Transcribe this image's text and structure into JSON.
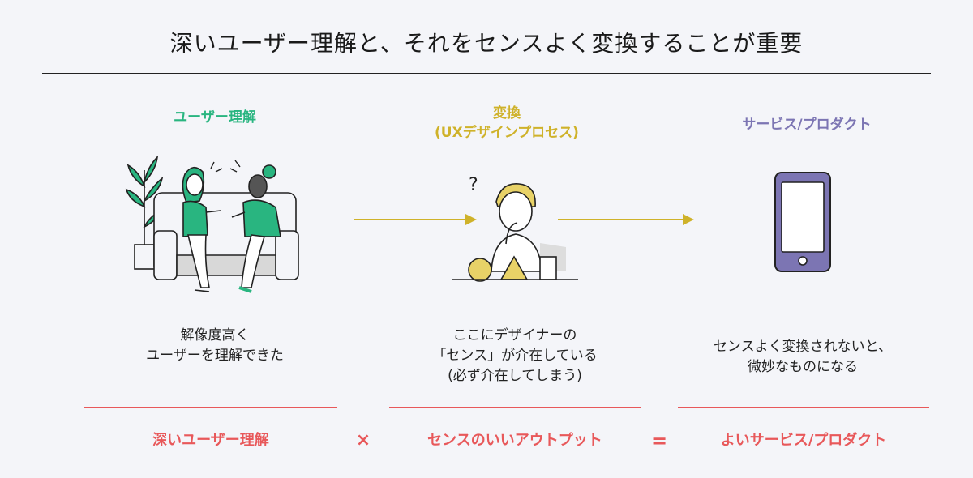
{
  "title": "深いユーザー理解と、それをセンスよく変換することが重要",
  "columns": [
    {
      "label": "ユーザー理解",
      "color": "#29b580",
      "caption_lines": [
        "解像度高く",
        "ユーザーを理解できた"
      ]
    },
    {
      "label_lines": [
        "変換",
        "(UXデザインプロセス)"
      ],
      "color": "#cfb22a",
      "caption_lines": [
        "ここにデザイナーの",
        "「センス」が介在している",
        "(必ず介在してしまう)"
      ]
    },
    {
      "label": "サービス/プロダクト",
      "color": "#7c75b3",
      "caption_lines": [
        "センスよく変換されないと、",
        "微妙なものになる"
      ]
    }
  ],
  "bottom": {
    "terms": [
      "深いユーザー理解",
      "センスのいいアウトプット",
      "よいサービス/プロダクト"
    ],
    "operators": [
      "×",
      "="
    ],
    "color": "#e8585a"
  },
  "icons": {
    "people": "two-women-talking-illustration",
    "thinker": "thinking-designer-illustration",
    "phone": "smartphone-icon",
    "arrow": "arrow-right-icon"
  }
}
